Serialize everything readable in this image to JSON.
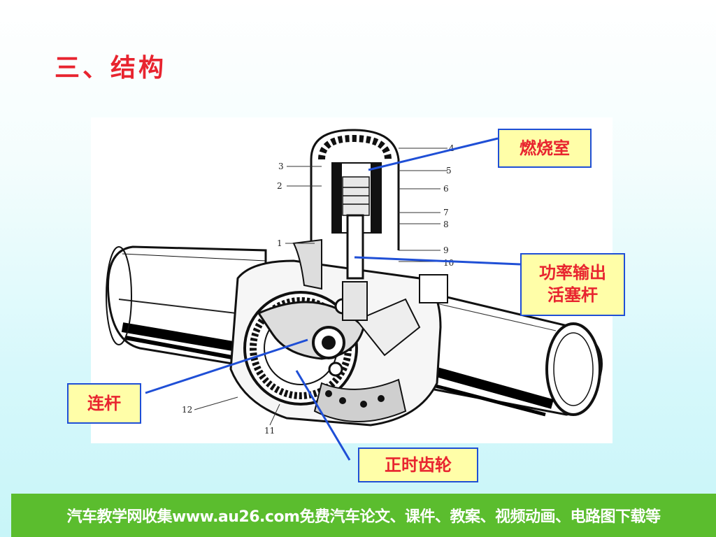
{
  "slide": {
    "title": "三、结构"
  },
  "figure": {
    "part_numbers": [
      "4",
      "5",
      "6",
      "7",
      "8",
      "9",
      "10",
      "3",
      "2",
      "1",
      "12",
      "11"
    ]
  },
  "callouts": {
    "combustion_chamber": "燃烧室",
    "power_piston_rod_line1": "功率输出",
    "power_piston_rod_line2": "活塞杆",
    "connecting_rod": "连杆",
    "timing_gear": "正时齿轮"
  },
  "footer": {
    "text": "汽车教学网收集www.au26.com免费汽车论文、课件、教案、视频动画、电路图下载等"
  },
  "colors": {
    "title": "#e8242f",
    "callout_fill": "#fffea8",
    "callout_border": "#1f4fd6",
    "leader_line": "#1f4fd6",
    "footer_bg": "#5bbd2e"
  }
}
